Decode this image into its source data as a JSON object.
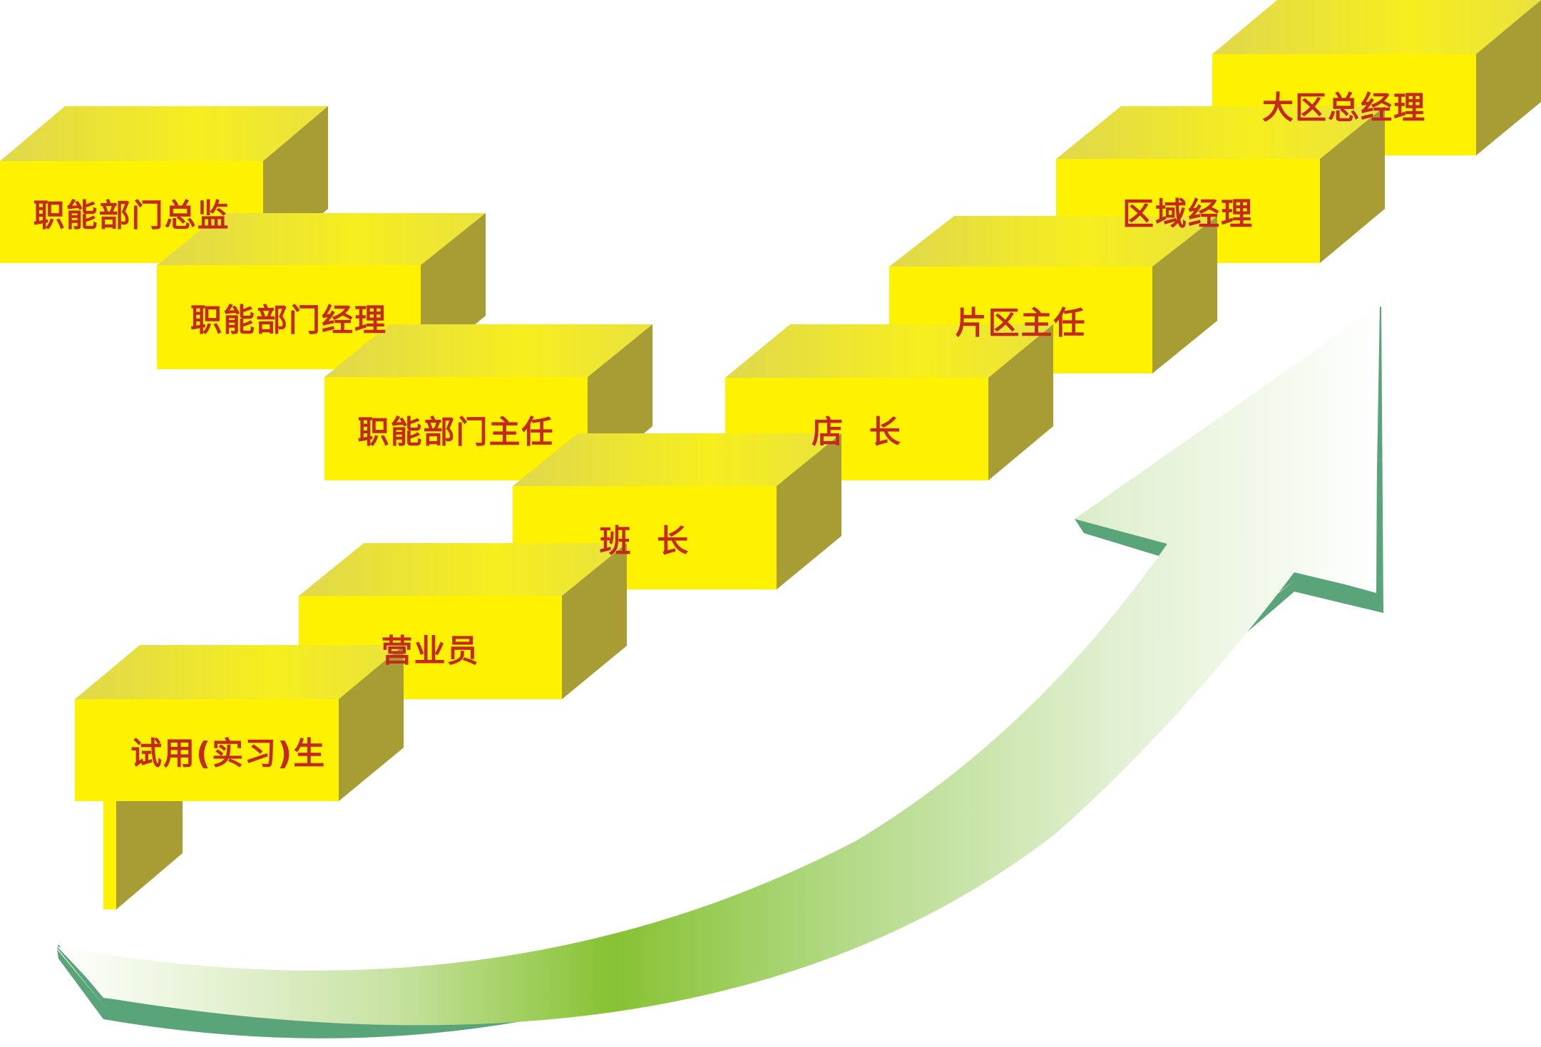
{
  "diagram": {
    "type": "career-ladder",
    "colors": {
      "front": "#FFF200",
      "top_dark": "#E3DB48",
      "top_light": "#F7EE22",
      "side": "#A89C35",
      "text": "#C42A1C",
      "arrow_shadow": "#5AA47A",
      "arrow_light": "#FFFFFF",
      "arrow_mid": "#86C232"
    },
    "left_track": [
      {
        "label": "职能部门总监"
      },
      {
        "label": "职能部门经理"
      },
      {
        "label": "职能部门主任"
      }
    ],
    "base_track": [
      {
        "label": "试用(实习)生"
      },
      {
        "label": "营业员"
      },
      {
        "label": "班  长"
      }
    ],
    "right_track": [
      {
        "label": "店  长"
      },
      {
        "label": "片区主任"
      },
      {
        "label": "区域经理"
      },
      {
        "label": "大区总经理"
      }
    ],
    "arrow": {
      "direction": "up-right",
      "semantic": "growth-arrow"
    }
  }
}
